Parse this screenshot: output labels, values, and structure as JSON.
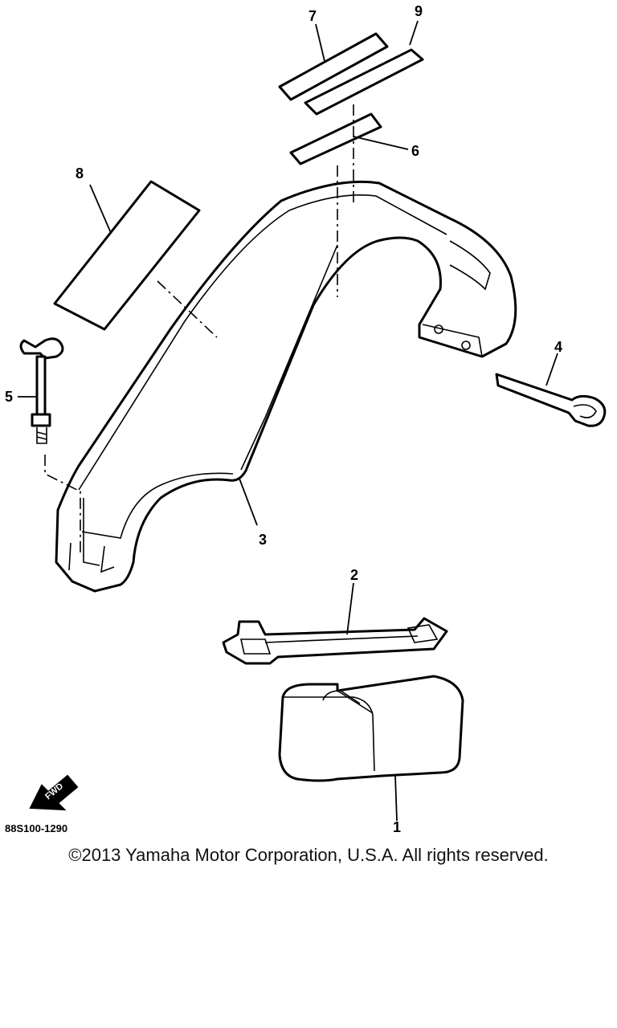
{
  "diagram": {
    "callouts": {
      "p1": "1",
      "p2": "2",
      "p3": "3",
      "p4": "4",
      "p5": "5",
      "p6": "6",
      "p7": "7",
      "p8": "8",
      "p9": "9"
    },
    "diagram_code": "88S100-1290",
    "fwd_label": "FWD"
  },
  "footer": {
    "copyright": "©2013 Yamaha Motor Corporation, U.S.A. All rights reserved."
  },
  "colors": {
    "line": "#000000",
    "background": "#ffffff"
  }
}
